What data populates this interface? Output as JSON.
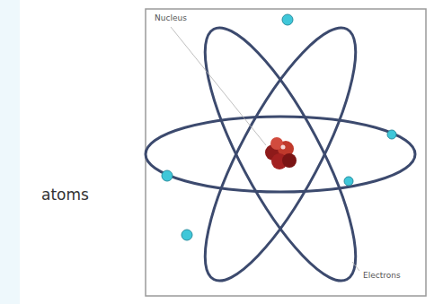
{
  "diagram": {
    "labels": [
      "atoms",
      "Nucleus",
      "Electrons"
    ]
  }
}
